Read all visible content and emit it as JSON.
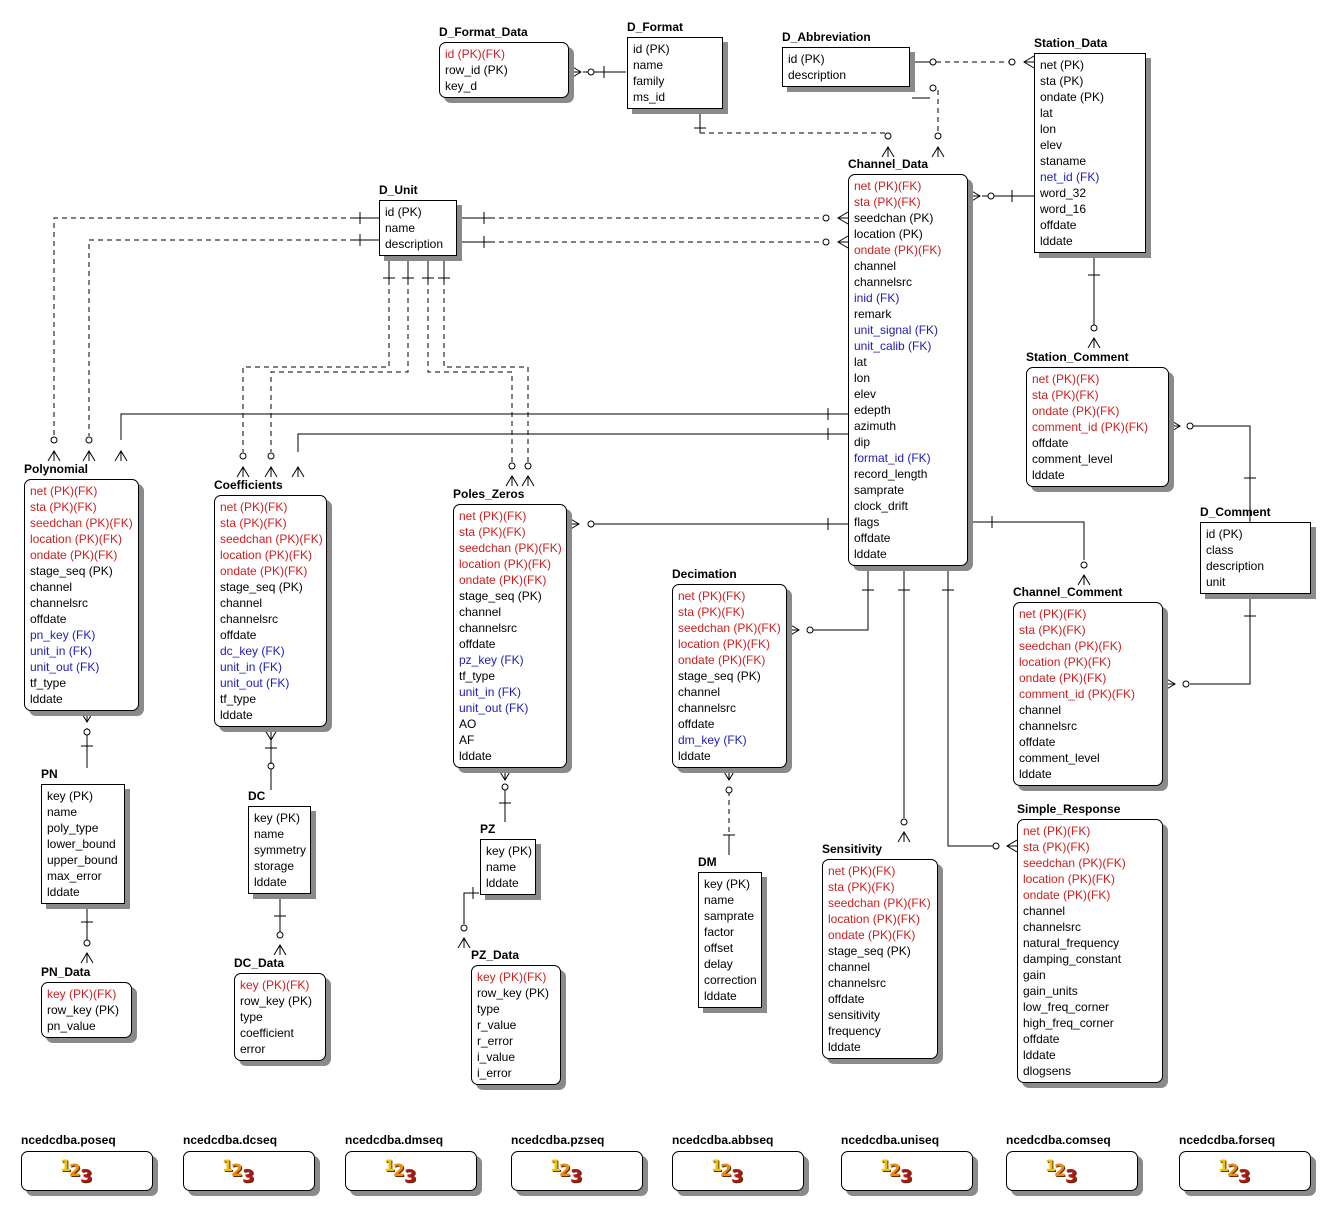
{
  "entities": {
    "d_format_data": {
      "name": "D_Format_Data",
      "attrs": [
        {
          "t": "id (PK)(FK)",
          "k": "pkfk"
        },
        {
          "t": "row_id (PK)",
          "k": ""
        },
        {
          "t": "key_d",
          "k": ""
        }
      ]
    },
    "d_format": {
      "name": "D_Format",
      "attrs": [
        {
          "t": "id (PK)",
          "k": ""
        },
        {
          "t": "name",
          "k": ""
        },
        {
          "t": "family",
          "k": ""
        },
        {
          "t": "ms_id",
          "k": ""
        }
      ]
    },
    "d_abbreviation": {
      "name": "D_Abbreviation",
      "attrs": [
        {
          "t": "id (PK)",
          "k": ""
        },
        {
          "t": "description",
          "k": ""
        }
      ]
    },
    "station_data": {
      "name": "Station_Data",
      "attrs": [
        {
          "t": "net (PK)",
          "k": ""
        },
        {
          "t": "sta (PK)",
          "k": ""
        },
        {
          "t": "ondate (PK)",
          "k": ""
        },
        {
          "t": "lat",
          "k": ""
        },
        {
          "t": "lon",
          "k": ""
        },
        {
          "t": "elev",
          "k": ""
        },
        {
          "t": "staname",
          "k": ""
        },
        {
          "t": "net_id (FK)",
          "k": "fk"
        },
        {
          "t": "word_32",
          "k": ""
        },
        {
          "t": "word_16",
          "k": ""
        },
        {
          "t": "offdate",
          "k": ""
        },
        {
          "t": "lddate",
          "k": ""
        }
      ]
    },
    "d_unit": {
      "name": "D_Unit",
      "attrs": [
        {
          "t": "id (PK)",
          "k": ""
        },
        {
          "t": "name",
          "k": ""
        },
        {
          "t": "description",
          "k": ""
        }
      ]
    },
    "channel_data": {
      "name": "Channel_Data",
      "attrs": [
        {
          "t": "net (PK)(FK)",
          "k": "pkfk"
        },
        {
          "t": "sta (PK)(FK)",
          "k": "pkfk"
        },
        {
          "t": "seedchan (PK)",
          "k": ""
        },
        {
          "t": "location (PK)",
          "k": ""
        },
        {
          "t": "ondate (PK)(FK)",
          "k": "pkfk"
        },
        {
          "t": "channel",
          "k": ""
        },
        {
          "t": "channelsrc",
          "k": ""
        },
        {
          "t": "inid (FK)",
          "k": "fk"
        },
        {
          "t": "remark",
          "k": ""
        },
        {
          "t": "unit_signal (FK)",
          "k": "fk"
        },
        {
          "t": "unit_calib (FK)",
          "k": "fk"
        },
        {
          "t": "lat",
          "k": ""
        },
        {
          "t": "lon",
          "k": ""
        },
        {
          "t": "elev",
          "k": ""
        },
        {
          "t": "edepth",
          "k": ""
        },
        {
          "t": "azimuth",
          "k": ""
        },
        {
          "t": "dip",
          "k": ""
        },
        {
          "t": "format_id (FK)",
          "k": "fk"
        },
        {
          "t": "record_length",
          "k": ""
        },
        {
          "t": "samprate",
          "k": ""
        },
        {
          "t": "clock_drift",
          "k": ""
        },
        {
          "t": "flags",
          "k": ""
        },
        {
          "t": "offdate",
          "k": ""
        },
        {
          "t": "lddate",
          "k": ""
        }
      ]
    },
    "station_comment": {
      "name": "Station_Comment",
      "attrs": [
        {
          "t": "net (PK)(FK)",
          "k": "pkfk"
        },
        {
          "t": "sta (PK)(FK)",
          "k": "pkfk"
        },
        {
          "t": "ondate (PK)(FK)",
          "k": "pkfk"
        },
        {
          "t": "comment_id (PK)(FK)",
          "k": "pkfk"
        },
        {
          "t": "offdate",
          "k": ""
        },
        {
          "t": "comment_level",
          "k": ""
        },
        {
          "t": "lddate",
          "k": ""
        }
      ]
    },
    "d_comment": {
      "name": "D_Comment",
      "attrs": [
        {
          "t": "id (PK)",
          "k": ""
        },
        {
          "t": "class",
          "k": ""
        },
        {
          "t": "description",
          "k": ""
        },
        {
          "t": "unit",
          "k": ""
        }
      ]
    },
    "channel_comment": {
      "name": "Channel_Comment",
      "attrs": [
        {
          "t": "net (PK)(FK)",
          "k": "pkfk"
        },
        {
          "t": "sta (PK)(FK)",
          "k": "pkfk"
        },
        {
          "t": "seedchan (PK)(FK)",
          "k": "pkfk"
        },
        {
          "t": "location (PK)(FK)",
          "k": "pkfk"
        },
        {
          "t": "ondate (PK)(FK)",
          "k": "pkfk"
        },
        {
          "t": "comment_id (PK)(FK)",
          "k": "pkfk"
        },
        {
          "t": "channel",
          "k": ""
        },
        {
          "t": "channelsrc",
          "k": ""
        },
        {
          "t": "offdate",
          "k": ""
        },
        {
          "t": "comment_level",
          "k": ""
        },
        {
          "t": "lddate",
          "k": ""
        }
      ]
    },
    "polynomial": {
      "name": "Polynomial",
      "attrs": [
        {
          "t": "net (PK)(FK)",
          "k": "pkfk"
        },
        {
          "t": "sta (PK)(FK)",
          "k": "pkfk"
        },
        {
          "t": "seedchan (PK)(FK)",
          "k": "pkfk"
        },
        {
          "t": "location (PK)(FK)",
          "k": "pkfk"
        },
        {
          "t": "ondate (PK)(FK)",
          "k": "pkfk"
        },
        {
          "t": "stage_seq (PK)",
          "k": ""
        },
        {
          "t": "channel",
          "k": ""
        },
        {
          "t": "channelsrc",
          "k": ""
        },
        {
          "t": "offdate",
          "k": ""
        },
        {
          "t": "pn_key (FK)",
          "k": "fk"
        },
        {
          "t": "unit_in (FK)",
          "k": "fk"
        },
        {
          "t": "unit_out (FK)",
          "k": "fk"
        },
        {
          "t": "tf_type",
          "k": ""
        },
        {
          "t": "lddate",
          "k": ""
        }
      ]
    },
    "coefficients": {
      "name": "Coefficients",
      "attrs": [
        {
          "t": "net (PK)(FK)",
          "k": "pkfk"
        },
        {
          "t": "sta (PK)(FK)",
          "k": "pkfk"
        },
        {
          "t": "seedchan (PK)(FK)",
          "k": "pkfk"
        },
        {
          "t": "location (PK)(FK)",
          "k": "pkfk"
        },
        {
          "t": "ondate (PK)(FK)",
          "k": "pkfk"
        },
        {
          "t": "stage_seq (PK)",
          "k": ""
        },
        {
          "t": "channel",
          "k": ""
        },
        {
          "t": "channelsrc",
          "k": ""
        },
        {
          "t": "offdate",
          "k": ""
        },
        {
          "t": "dc_key (FK)",
          "k": "fk"
        },
        {
          "t": "unit_in (FK)",
          "k": "fk"
        },
        {
          "t": "unit_out (FK)",
          "k": "fk"
        },
        {
          "t": "tf_type",
          "k": ""
        },
        {
          "t": "lddate",
          "k": ""
        }
      ]
    },
    "poles_zeros": {
      "name": "Poles_Zeros",
      "attrs": [
        {
          "t": "net (PK)(FK)",
          "k": "pkfk"
        },
        {
          "t": "sta (PK)(FK)",
          "k": "pkfk"
        },
        {
          "t": "seedchan (PK)(FK)",
          "k": "pkfk"
        },
        {
          "t": "location (PK)(FK)",
          "k": "pkfk"
        },
        {
          "t": "ondate (PK)(FK)",
          "k": "pkfk"
        },
        {
          "t": "stage_seq (PK)",
          "k": ""
        },
        {
          "t": "channel",
          "k": ""
        },
        {
          "t": "channelsrc",
          "k": ""
        },
        {
          "t": "offdate",
          "k": ""
        },
        {
          "t": "pz_key (FK)",
          "k": "fk"
        },
        {
          "t": "tf_type",
          "k": ""
        },
        {
          "t": "unit_in (FK)",
          "k": "fk"
        },
        {
          "t": "unit_out (FK)",
          "k": "fk"
        },
        {
          "t": "AO",
          "k": ""
        },
        {
          "t": "AF",
          "k": ""
        },
        {
          "t": "lddate",
          "k": ""
        }
      ]
    },
    "decimation": {
      "name": "Decimation",
      "attrs": [
        {
          "t": "net (PK)(FK)",
          "k": "pkfk"
        },
        {
          "t": "sta (PK)(FK)",
          "k": "pkfk"
        },
        {
          "t": "seedchan (PK)(FK)",
          "k": "pkfk"
        },
        {
          "t": "location (PK)(FK)",
          "k": "pkfk"
        },
        {
          "t": "ondate (PK)(FK)",
          "k": "pkfk"
        },
        {
          "t": "stage_seq (PK)",
          "k": ""
        },
        {
          "t": "channel",
          "k": ""
        },
        {
          "t": "channelsrc",
          "k": ""
        },
        {
          "t": "offdate",
          "k": ""
        },
        {
          "t": "dm_key (FK)",
          "k": "fk"
        },
        {
          "t": "lddate",
          "k": ""
        }
      ]
    },
    "pn": {
      "name": "PN",
      "attrs": [
        {
          "t": "key (PK)",
          "k": ""
        },
        {
          "t": "name",
          "k": ""
        },
        {
          "t": "poly_type",
          "k": ""
        },
        {
          "t": "lower_bound",
          "k": ""
        },
        {
          "t": "upper_bound",
          "k": ""
        },
        {
          "t": "max_error",
          "k": ""
        },
        {
          "t": "lddate",
          "k": ""
        }
      ]
    },
    "pn_data": {
      "name": "PN_Data",
      "attrs": [
        {
          "t": "key (PK)(FK)",
          "k": "pkfk"
        },
        {
          "t": "row_key (PK)",
          "k": ""
        },
        {
          "t": "pn_value",
          "k": ""
        }
      ]
    },
    "dc": {
      "name": "DC",
      "attrs": [
        {
          "t": "key (PK)",
          "k": ""
        },
        {
          "t": "name",
          "k": ""
        },
        {
          "t": "symmetry",
          "k": ""
        },
        {
          "t": "storage",
          "k": ""
        },
        {
          "t": "lddate",
          "k": ""
        }
      ]
    },
    "dc_data": {
      "name": "DC_Data",
      "attrs": [
        {
          "t": "key (PK)(FK)",
          "k": "pkfk"
        },
        {
          "t": "row_key (PK)",
          "k": ""
        },
        {
          "t": "type",
          "k": ""
        },
        {
          "t": "coefficient",
          "k": ""
        },
        {
          "t": "error",
          "k": ""
        }
      ]
    },
    "pz": {
      "name": "PZ",
      "attrs": [
        {
          "t": "key (PK)",
          "k": ""
        },
        {
          "t": "name",
          "k": ""
        },
        {
          "t": "lddate",
          "k": ""
        }
      ]
    },
    "pz_data": {
      "name": "PZ_Data",
      "attrs": [
        {
          "t": "key (PK)(FK)",
          "k": "pkfk"
        },
        {
          "t": "row_key (PK)",
          "k": ""
        },
        {
          "t": "type",
          "k": ""
        },
        {
          "t": "r_value",
          "k": ""
        },
        {
          "t": "r_error",
          "k": ""
        },
        {
          "t": "i_value",
          "k": ""
        },
        {
          "t": "i_error",
          "k": ""
        }
      ]
    },
    "dm": {
      "name": "DM",
      "attrs": [
        {
          "t": "key (PK)",
          "k": ""
        },
        {
          "t": "name",
          "k": ""
        },
        {
          "t": "samprate",
          "k": ""
        },
        {
          "t": "factor",
          "k": ""
        },
        {
          "t": "offset",
          "k": ""
        },
        {
          "t": "delay",
          "k": ""
        },
        {
          "t": "correction",
          "k": ""
        },
        {
          "t": "lddate",
          "k": ""
        }
      ]
    },
    "sensitivity": {
      "name": "Sensitivity",
      "attrs": [
        {
          "t": "net (PK)(FK)",
          "k": "pkfk"
        },
        {
          "t": "sta (PK)(FK)",
          "k": "pkfk"
        },
        {
          "t": "seedchan (PK)(FK)",
          "k": "pkfk"
        },
        {
          "t": "location (PK)(FK)",
          "k": "pkfk"
        },
        {
          "t": "ondate (PK)(FK)",
          "k": "pkfk"
        },
        {
          "t": "stage_seq (PK)",
          "k": ""
        },
        {
          "t": "channel",
          "k": ""
        },
        {
          "t": "channelsrc",
          "k": ""
        },
        {
          "t": "offdate",
          "k": ""
        },
        {
          "t": "sensitivity",
          "k": ""
        },
        {
          "t": "frequency",
          "k": ""
        },
        {
          "t": "lddate",
          "k": ""
        }
      ]
    },
    "simple_response": {
      "name": "Simple_Response",
      "attrs": [
        {
          "t": "net (PK)(FK)",
          "k": "pkfk"
        },
        {
          "t": "sta (PK)(FK)",
          "k": "pkfk"
        },
        {
          "t": "seedchan (PK)(FK)",
          "k": "pkfk"
        },
        {
          "t": "location (PK)(FK)",
          "k": "pkfk"
        },
        {
          "t": "ondate (PK)(FK)",
          "k": "pkfk"
        },
        {
          "t": "channel",
          "k": ""
        },
        {
          "t": "channelsrc",
          "k": ""
        },
        {
          "t": "natural_frequency",
          "k": ""
        },
        {
          "t": "damping_constant",
          "k": ""
        },
        {
          "t": "gain",
          "k": ""
        },
        {
          "t": "gain_units",
          "k": ""
        },
        {
          "t": "low_freq_corner",
          "k": ""
        },
        {
          "t": "high_freq_corner",
          "k": ""
        },
        {
          "t": "offdate",
          "k": ""
        },
        {
          "t": "lddate",
          "k": ""
        },
        {
          "t": "dlogsens",
          "k": ""
        }
      ]
    }
  },
  "sequences": [
    {
      "name": "ncedcdba.poseq",
      "icon": "sequence-123-icon",
      "digits": [
        "1",
        "2",
        "3"
      ]
    },
    {
      "name": "ncedcdba.dcseq",
      "icon": "sequence-123-icon",
      "digits": [
        "1",
        "2",
        "3"
      ]
    },
    {
      "name": "ncedcdba.dmseq",
      "icon": "sequence-123-icon",
      "digits": [
        "1",
        "2",
        "3"
      ]
    },
    {
      "name": "ncedcdba.pzseq",
      "icon": "sequence-123-icon",
      "digits": [
        "1",
        "2",
        "3"
      ]
    },
    {
      "name": "ncedcdba.abbseq",
      "icon": "sequence-123-icon",
      "digits": [
        "1",
        "2",
        "3"
      ]
    },
    {
      "name": "ncedcdba.uniseq",
      "icon": "sequence-123-icon",
      "digits": [
        "1",
        "2",
        "3"
      ]
    },
    {
      "name": "ncedcdba.comseq",
      "icon": "sequence-123-icon",
      "digits": [
        "1",
        "2",
        "3"
      ]
    },
    {
      "name": "ncedcdba.forseq",
      "icon": "sequence-123-icon",
      "digits": [
        "1",
        "2",
        "3"
      ]
    }
  ],
  "colors": {
    "pk_fk": "#cc1f1f",
    "fk": "#1c1cb4",
    "line": "#000000",
    "shadow": "#8a8a8a"
  }
}
